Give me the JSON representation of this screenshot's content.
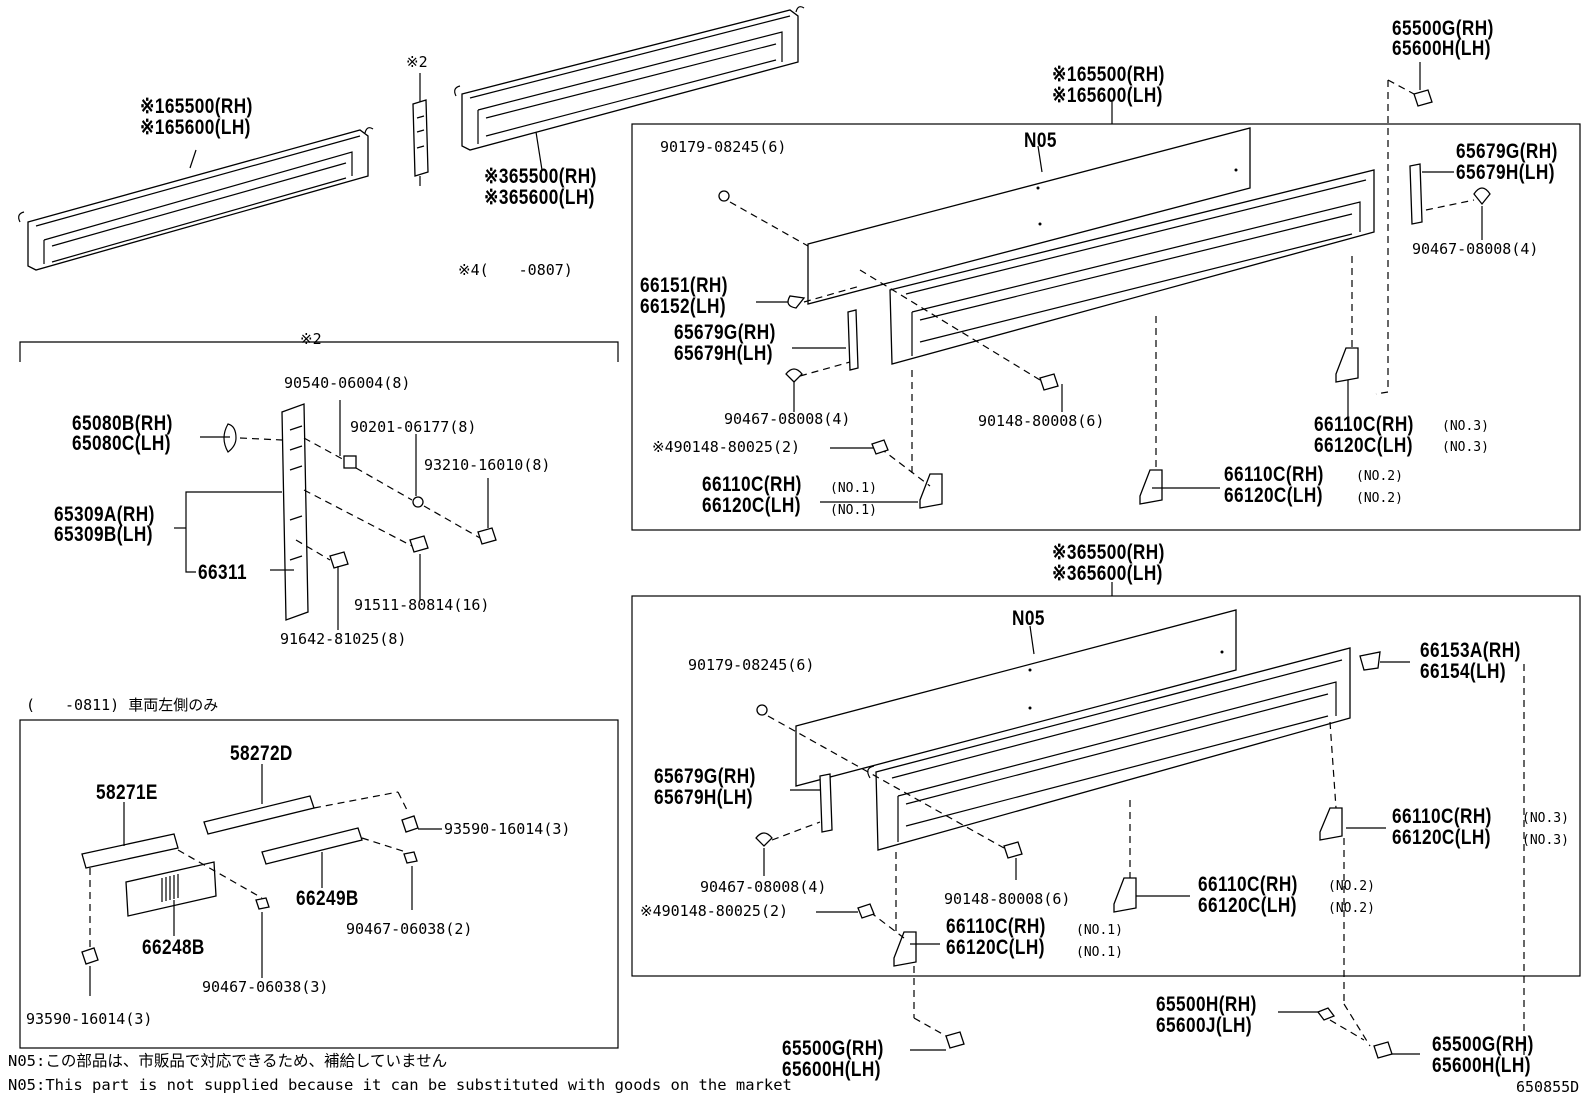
{
  "topleft": {
    "ref_rh": "※165500(RH)",
    "ref_lh": "※165600(LH)",
    "ref2": "※2",
    "ref3_rh": "※365500(RH)",
    "ref3_lh": "※365600(LH)",
    "ref4": "※4(　　-0807)"
  },
  "box1": {
    "title": "※2",
    "labels": {
      "p90540": "90540-06004(8)",
      "p90201": "90201-06177(8)",
      "p65080b": "65080B(RH)",
      "p65080c": "65080C(LH)",
      "p93210": "93210-16010(8)",
      "p65309a": "65309A(RH)",
      "p65309b": "65309B(LH)",
      "p66311": "66311",
      "p91511": "91511-80814(16)",
      "p91642": "91642-81025(8)"
    }
  },
  "box2": {
    "title": "(　　-0811) 車両左側のみ",
    "labels": {
      "p58272d": "58272D",
      "p58271e": "58271E",
      "p93590a": "93590-16014(3)",
      "p66249b": "66249B",
      "p66248b": "66248B",
      "p90467a": "90467-06038(2)",
      "p90467b": "90467-06038(3)",
      "p93590b": "93590-16014(3)"
    }
  },
  "box3": {
    "header_rh": "※165500(RH)",
    "header_lh": "※165600(LH)",
    "labels": {
      "n05": "N05",
      "p90179": "90179-08245(6)",
      "p66151": "66151(RH)",
      "p66152": "66152(LH)",
      "p65679g": "65679G(RH)",
      "p65679h": "65679H(LH)",
      "p90467": "90467-08008(4)",
      "p90148a": "※490148-80025(2)",
      "p90148b": "90148-80008(6)",
      "p66110c1": "66110C(RH)",
      "p66120c1": "66120C(LH)",
      "no1a": "(NO.1)",
      "no1b": "(NO.1)",
      "p66110c2": "66110C(RH)",
      "p66120c2": "66120C(LH)",
      "no2a": "(NO.2)",
      "no2b": "(NO.2)",
      "p66110c3": "66110C(RH)",
      "p66120c3": "66120C(LH)",
      "no3a": "(NO.3)",
      "no3b": "(NO.3)",
      "r65679g": "65679G(RH)",
      "r65679h": "65679H(LH)",
      "r90467": "90467-08008(4)",
      "top65500g": "65500G(RH)",
      "top65600h": "65600H(LH)"
    }
  },
  "box4": {
    "header_rh": "※365500(RH)",
    "header_lh": "※365600(LH)",
    "labels": {
      "n05": "N05",
      "p90179": "90179-08245(6)",
      "p66153a": "66153A(RH)",
      "p66154": "66154(LH)",
      "p65679g": "65679G(RH)",
      "p65679h": "65679H(LH)",
      "p90467": "90467-08008(4)",
      "p90148a": "※490148-80025(2)",
      "p90148b": "90148-80008(6)",
      "p66110c1": "66110C(RH)",
      "p66120c1": "66120C(LH)",
      "no1a": "(NO.1)",
      "no1b": "(NO.1)",
      "p66110c2": "66110C(RH)",
      "p66120c2": "66120C(LH)",
      "no2a": "(NO.2)",
      "no2b": "(NO.2)",
      "p66110c3": "66110C(RH)",
      "p66120c3": "66120C(LH)",
      "no3a": "(NO.3)",
      "no3b": "(NO.3)",
      "b65500g": "65500G(RH)",
      "b65600h": "65600H(LH)",
      "b65500h": "65500H(RH)",
      "b65600j": "65600J(LH)",
      "r65500g": "65500G(RH)",
      "r65600h": "65600H(LH)"
    }
  },
  "footer": {
    "note_jp": "N05:この部品は、市販品で対応できるため、補給していません",
    "note_en": "N05:This part is not supplied because it can be substituted with goods on the market",
    "code": "650855D"
  }
}
